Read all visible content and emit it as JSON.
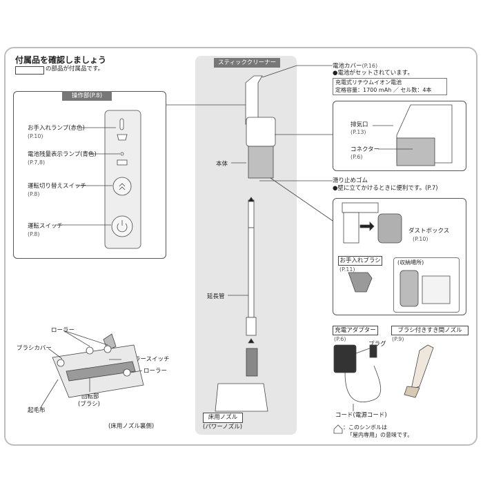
{
  "header": {
    "title": "付属品を確認しましょう",
    "legend_text": "の部品が付属品です。"
  },
  "stick": {
    "title": "スティッククリーナー",
    "body_label": "本体",
    "pipe_label": "延長管",
    "floor_nozzle_label": "床用ノズル",
    "floor_nozzle_sub": "(パワーノズル)"
  },
  "control": {
    "title": "操作部",
    "title_ref": "(P.8)",
    "items": [
      {
        "label": "お手入れランプ(赤色)",
        "ref": "(P.10)"
      },
      {
        "label": "電池残量表示ランプ(青色)",
        "ref": "(P.7,8)"
      },
      {
        "label": "運転切り替えスイッチ",
        "ref": "(P.8)"
      },
      {
        "label": "運転スイッチ",
        "ref": "(P.8)"
      }
    ]
  },
  "battery": {
    "label": "電池カバー",
    "ref": "(P.16)",
    "note": "●電池がセットされています。",
    "box_line1": "充電式リチウムイオン電池",
    "box_line2": "定格容量：1700 mAh ／ セル数：4本"
  },
  "exhaust_panel": {
    "exhaust_label": "排気口",
    "exhaust_ref": "(P.13)",
    "connector_label": "コネクター",
    "connector_ref": "(P.6)"
  },
  "rubber": {
    "label": "滑り止めゴム",
    "note": "●壁に立てかけるときに便利です。(P.7)"
  },
  "dust_panel": {
    "dustbox_label": "ダストボックス",
    "dustbox_ref": "(P.10)",
    "brush_label": "お手入れブラシ",
    "brush_ref": "(P.11)",
    "storage_label": "(収納場所)"
  },
  "accessories": {
    "adapter_label": "充電アダプター",
    "adapter_ref": "(P.6)",
    "plug_label": "プラグ",
    "cord_label": "コード(電源コード)",
    "crevice_label": "ブラシ付きすき間ノズル",
    "crevice_ref": "(P.9)",
    "symbol_note_1": "：このシンボルは",
    "symbol_note_2": "「屋内専用」の意味です。"
  },
  "nozzle_back": {
    "roller_top": "ローラー",
    "brush_cover": "ブラシカバー",
    "roller_switch": "ローラースイッチ",
    "roller_right": "ローラー",
    "rotating_1": "回転部",
    "rotating_2": "(ブラシ)",
    "raised_cloth": "起毛布",
    "caption": "(床用ノズル裏側)"
  }
}
